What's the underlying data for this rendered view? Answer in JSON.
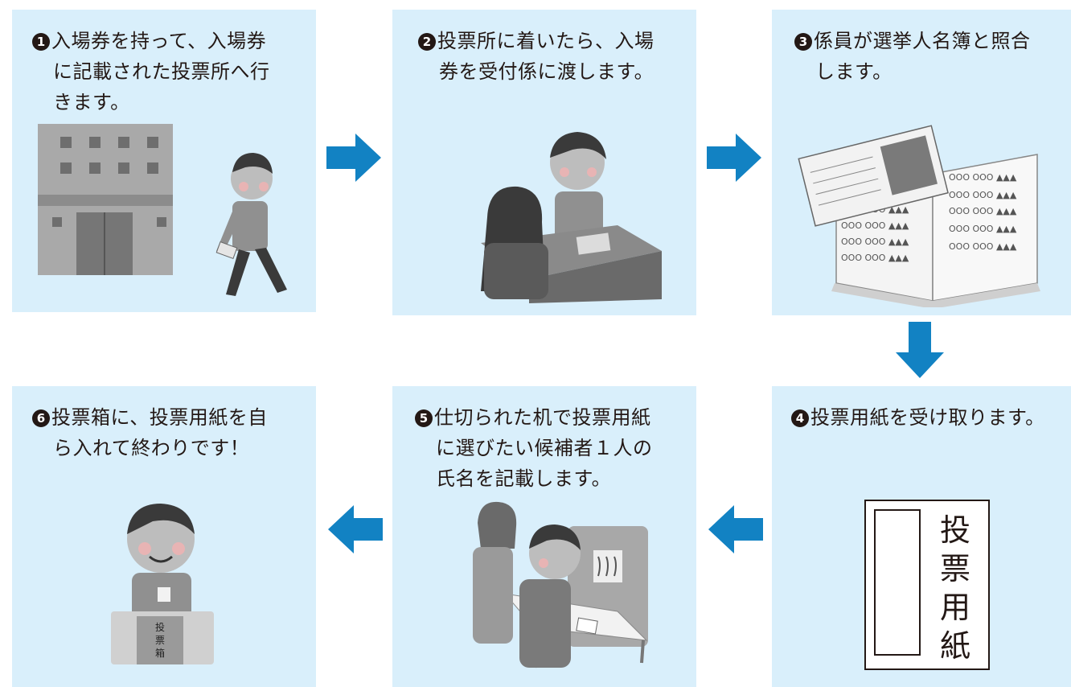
{
  "colors": {
    "panel": "#d9effb",
    "arrow": "#1282c3",
    "text": "#231815"
  },
  "steps": [
    {
      "num": "1",
      "lines": [
        "入場券を持って、入場券",
        "に記載された投票所へ行",
        "きます。"
      ],
      "icon": "walking-to-polling-place"
    },
    {
      "num": "2",
      "lines": [
        "投票所に着いたら、入場",
        "券を受付係に渡します。"
      ],
      "icon": "reception-desk"
    },
    {
      "num": "3",
      "lines": [
        "係員が選挙人名簿と照合",
        "します。"
      ],
      "icon": "voter-list-book"
    },
    {
      "num": "4",
      "lines": [
        "投票用紙を受け取ります。"
      ],
      "icon": "ballot-paper",
      "ballot_label": [
        "投",
        "票",
        "用",
        "紙"
      ]
    },
    {
      "num": "5",
      "lines": [
        "仕切られた机で投票用紙",
        "に選びたい候補者１人の",
        "氏名を記載します。"
      ],
      "icon": "voting-booth"
    },
    {
      "num": "6",
      "lines": [
        "投票箱に、投票用紙を自",
        "ら入れて終わりです！"
      ],
      "icon": "ballot-box",
      "box_label": [
        "投",
        "票",
        "箱"
      ]
    }
  ],
  "ticket_rows": [
    "OOO OOO ▲▲▲",
    "OOO OOO ▲▲▲",
    "OOO OOO ▲▲▲",
    "OOO OOO ▲▲▲",
    "OOO OOO ▲▲▲"
  ]
}
